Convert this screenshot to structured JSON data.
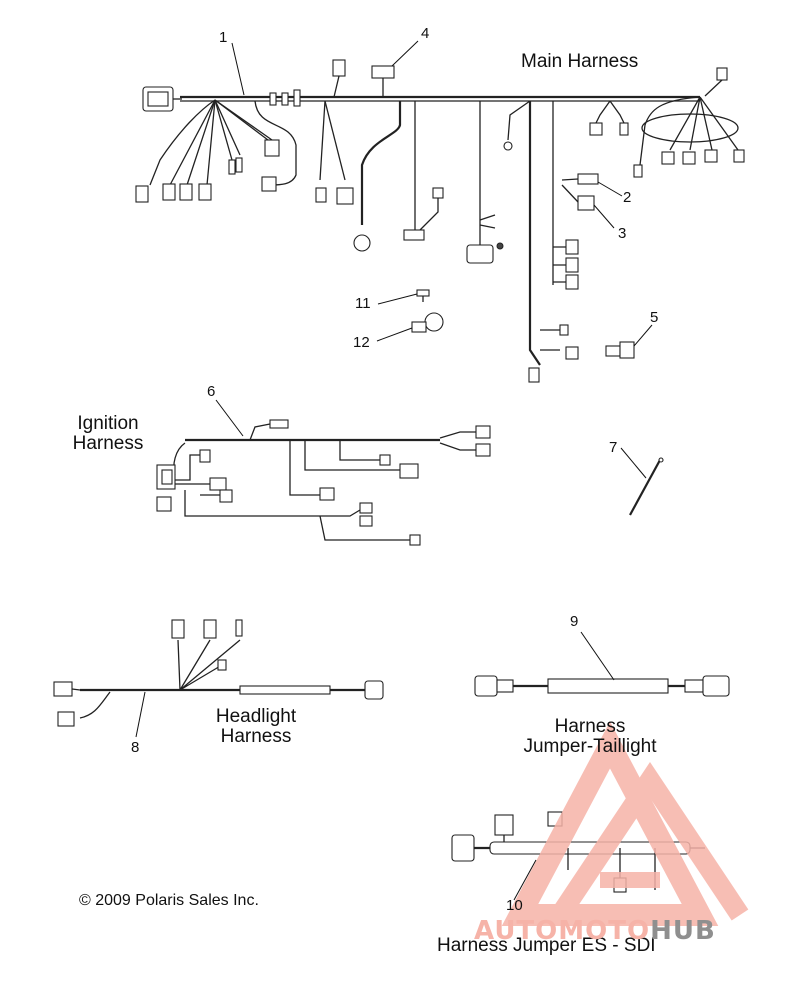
{
  "diagram": {
    "sections": {
      "main_harness": "Main Harness",
      "ignition_harness_line1": "Ignition",
      "ignition_harness_line2": "Harness",
      "headlight_harness_line1": "Headlight",
      "headlight_harness_line2": "Harness",
      "taillight_line1": "Harness",
      "taillight_line2": "Jumper-Taillight",
      "es_sdi": "Harness Jumper ES - SDI"
    },
    "callouts": {
      "c1": "1",
      "c2": "2",
      "c3": "3",
      "c4": "4",
      "c5": "5",
      "c6": "6",
      "c7": "7",
      "c8": "8",
      "c9": "9",
      "c10": "10",
      "c11": "11",
      "c12": "12"
    },
    "copyright": "© 2009 Polaris Sales Inc.",
    "watermark": {
      "part1": "AUTOMOTO",
      "part2": "HUB",
      "color_light": "#f6b3a8",
      "color_gray": "#8f8f8f"
    }
  }
}
